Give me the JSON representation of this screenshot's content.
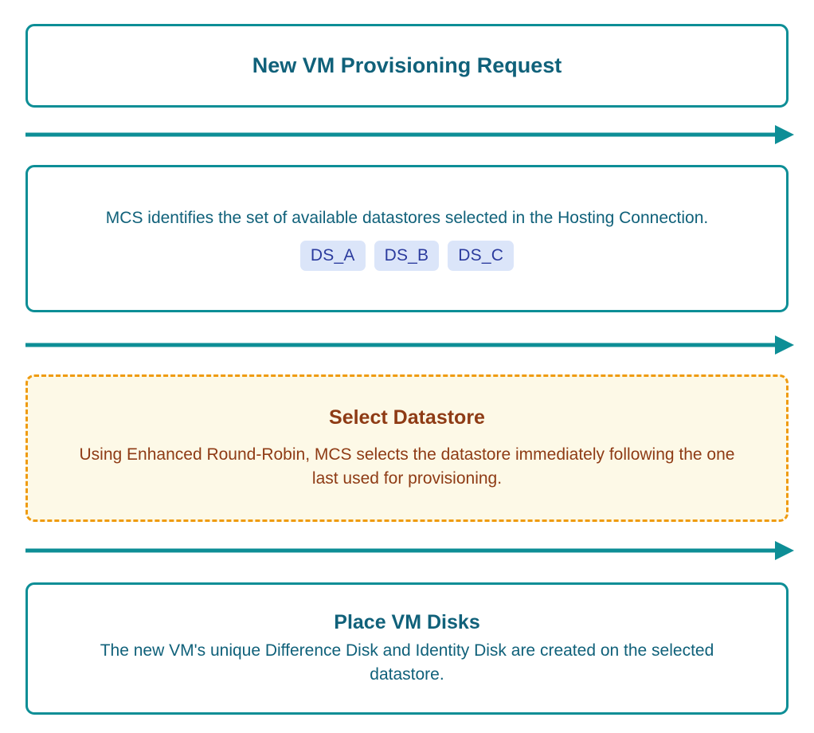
{
  "diagram": {
    "type": "vertical-flowchart",
    "accent_teal": "#0d8e96",
    "text_teal": "#10617a",
    "accent_orange": "#ef9b10",
    "highlight_background": "#fdf9e7",
    "highlight_text": "#8e3b15",
    "chip_background": "#dbe5f9",
    "chip_text": "#2b3b9e",
    "nodes": [
      {
        "id": "request",
        "title": "New VM Provisioning Request",
        "body": "",
        "style": "solid-teal"
      },
      {
        "id": "identify",
        "title": "",
        "body": "MCS identifies the set of available datastores selected in the Hosting Connection.",
        "style": "solid-teal",
        "chips": [
          "DS_A",
          "DS_B",
          "DS_C"
        ]
      },
      {
        "id": "select",
        "title": "Select Datastore",
        "body": "Using Enhanced Round-Robin, MCS selects the datastore immediately following the one last used for provisioning.",
        "style": "dashed-orange-highlight"
      },
      {
        "id": "place",
        "title": "Place VM Disks",
        "body": "The new VM's unique Difference Disk and Identity Disk are created on the selected datastore.",
        "style": "solid-teal"
      }
    ],
    "connectors": [
      {
        "id": "arrow-1",
        "from": "request",
        "to": "identify",
        "shape": "right-arrow"
      },
      {
        "id": "arrow-2",
        "from": "identify",
        "to": "select",
        "shape": "right-arrow"
      },
      {
        "id": "arrow-3",
        "from": "select",
        "to": "place",
        "shape": "right-arrow"
      }
    ]
  }
}
